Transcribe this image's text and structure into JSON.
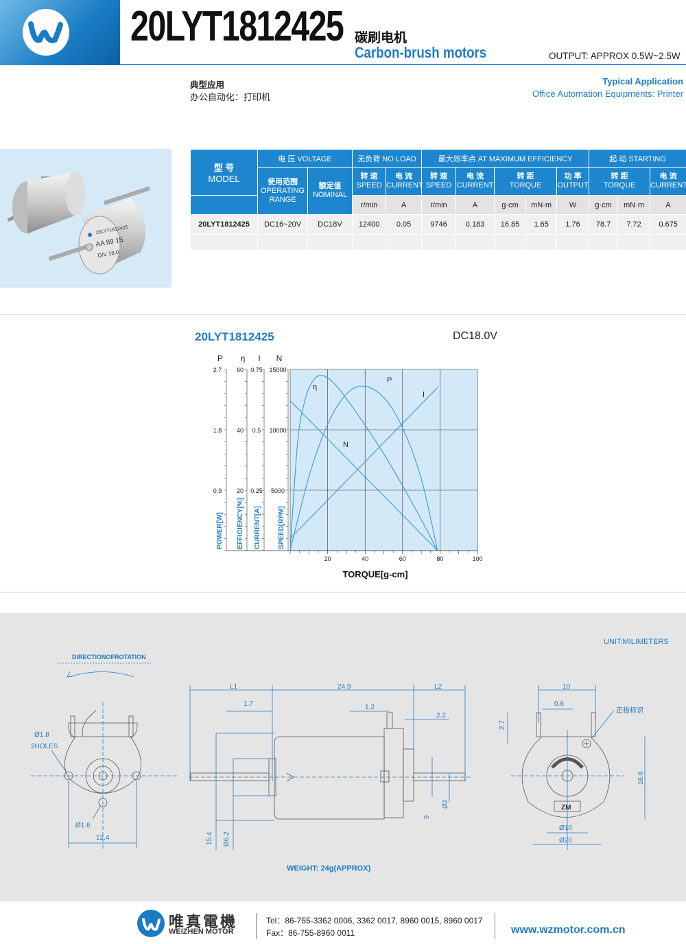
{
  "header": {
    "model": "20LYT1812425",
    "type_cn": "碳刷电机",
    "type_en": "Carbon-brush motors",
    "output": "OUTPUT: APPROX 0.5W~2.5W",
    "application_cn_title": "典型应用",
    "application_cn": "办公自动化：打印机",
    "application_en_title": "Typical Application",
    "application_en": "Office Automation Equipments: Printer"
  },
  "photo": {
    "label1": "20LYT1812425",
    "label2": "AA  89  15",
    "label3": "D/V 18.0"
  },
  "spec_table": {
    "h_model_cn": "型    号",
    "h_model_en": "MODEL",
    "h_voltage": "电 压 VOLTAGE",
    "h_noload": "无负荷 NO LOAD",
    "h_maxeff": "最大效率点 AT MAXIMUM EFFICIENCY",
    "h_starting": "起    动 STARTING",
    "h_range_cn": "使用范围",
    "h_range_en1": "OPERATING",
    "h_range_en2": "RANGE",
    "h_nominal_cn": "额定值",
    "h_nominal_en": "NOMINAL",
    "h_speed_cn": "转 速",
    "h_speed_en": "SPEED",
    "h_current_cn": "电 流",
    "h_current_en": "CURRENT",
    "h_torque_cn": "转 距",
    "h_torque_en": "TORQUE",
    "h_output_cn": "功 率",
    "h_output_en": "OUTPUT",
    "units": [
      "r/min",
      "A",
      "r/min",
      "A",
      "g·cm",
      "mN·m",
      "W",
      "g·cm",
      "mN·m",
      "A"
    ],
    "row": {
      "model": "20LYT1812425",
      "range": "DC16~20V",
      "nominal": "DC18V",
      "noload_speed": "12400",
      "noload_current": "0.05",
      "eff_speed": "9746",
      "eff_current": "0.183",
      "eff_torque_gcm": "16.85",
      "eff_torque_mnm": "1.65",
      "eff_output": "1.76",
      "start_torque_gcm": "78.7",
      "start_torque_mnm": "7.72",
      "start_current": "0.675"
    }
  },
  "chart_title": "20LYT1812425",
  "chart_voltage": "DC18.0V",
  "chart_data": {
    "type": "line",
    "xlabel": "TORQUE[g-cm]",
    "x_ticks": [
      "20",
      "40",
      "60",
      "80",
      "100"
    ],
    "xlim": [
      0,
      100
    ],
    "axes": [
      {
        "symbol": "P",
        "label": "POWER[W]",
        "ticks": [
          "0.9",
          "1.8",
          "2.7"
        ],
        "range": [
          0,
          2.7
        ]
      },
      {
        "symbol": "η",
        "label": "EFFICIENCY[%]",
        "ticks": [
          "20",
          "40",
          "60"
        ],
        "range": [
          0,
          60
        ]
      },
      {
        "symbol": "I",
        "label": "CURRENT[A]",
        "ticks": [
          "0.25",
          "0.5",
          "0.75"
        ],
        "range": [
          0,
          0.75
        ]
      },
      {
        "symbol": "N",
        "label": "SPEED[RPM]",
        "ticks": [
          "5000",
          "10000",
          "15000"
        ],
        "range": [
          0,
          15000
        ]
      }
    ],
    "series": [
      {
        "name": "η",
        "x": [
          0,
          4,
          8,
          12,
          16.85,
          24,
          35,
          50,
          65,
          78.7
        ],
        "y": [
          0,
          36,
          50,
          56,
          58,
          55,
          46,
          32,
          16,
          0
        ]
      },
      {
        "name": "P",
        "x": [
          0,
          10,
          20,
          30,
          39.35,
          50,
          60,
          70,
          78.7
        ],
        "y": [
          0,
          1.1,
          1.88,
          2.33,
          2.45,
          2.28,
          1.83,
          1.07,
          0
        ]
      },
      {
        "name": "I",
        "x": [
          0,
          78.7
        ],
        "y": [
          0.05,
          0.675
        ]
      },
      {
        "name": "N",
        "x": [
          0,
          78.7
        ],
        "y": [
          12400,
          0
        ]
      }
    ]
  },
  "drawing": {
    "rotation": "DIRECTIONOFROTATION",
    "unit": "UNIT:MILIMETERS",
    "holes1": "Ø1.8",
    "holes2": "2HOLES",
    "d16": "Ø1.6",
    "w124": "12.4",
    "L1": "L1",
    "L2": "L2",
    "len": "24.9",
    "d17": "1.7",
    "d12": "1.2",
    "d22": "2.2",
    "d154": "15.4",
    "d62": "Ø6.2",
    "d9": "9",
    "d2": "Ø2",
    "d10": "10",
    "d06": "0.6",
    "d27": "2.7",
    "d166": "16.6",
    "polarity": "正极标识",
    "zm": "ZM",
    "d10d": "Ø10",
    "d20d": "Ø20",
    "weight": "WEIGHT: 24g(APPROX)"
  },
  "footer": {
    "brand_cn": "唯真電機",
    "brand_en": "WEIZHEN MOTOR",
    "tel": "Tel：86-755-3362 0006, 3362 0017, 8960 0015, 8960 0017",
    "fax": "Fax：86-755-8960 0011",
    "web": "www.wzmotor.com.cn"
  }
}
